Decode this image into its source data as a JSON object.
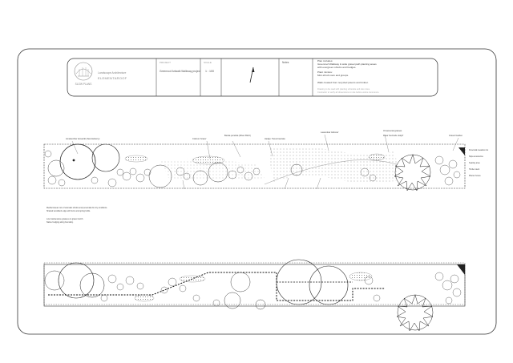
{
  "title_block": {
    "logo_text": "SLOW PLANS",
    "firm_line1": "Landscape Architecture",
    "firm_name": "ELEMENTAROOF",
    "project_label": "PROJECT",
    "project_name": "Greenroof Artwalk Walkway project",
    "scale_label": "SCALE",
    "scale_value": "1 : 100",
    "notes_label": "Notes",
    "notes": [
      "Plan includes:",
      "Greenroof Walkway & wide gravel path planting areas",
      "with evergreen shrubs and hedges.",
      "Plant mixture:",
      "Mini-shrub rows and groups.",
      "Walk created from recycled pavers and timber."
    ],
    "footnote1": "Drawing to be read with planting schedule and site notes.",
    "footnote2": "Contractor to verify all dimensions on site before works commence."
  },
  "plan_top": {
    "labels": [
      "Amelanchier lamarckii (Serviceberry)",
      "Cotinus 'Grace'",
      "Betula pendula (Silver Birch)",
      "Hedge: Taxus baccata",
      "Lavandula 'Hidcote'",
      "Ornamental grasses",
      "Rosa 'Gertrude Jekyll'",
      "Gravel Garden",
      "Perennial meadow mix",
      "Stipa tenuissima",
      "Seating area",
      "Timber deck",
      "Planter boxes"
    ],
    "notes": [
      "Mediterranean mix of aromatic shrubs and perennials for dry conditions.",
      "Shaded woodland edge with ferns and spring bulbs.",
      "Low maintenance grasses on gravel mulch.",
      "Native hedging along boundary."
    ]
  },
  "colors": {
    "line": "#222222",
    "light_line": "#8a8a8a",
    "paper": "#ffffff"
  }
}
